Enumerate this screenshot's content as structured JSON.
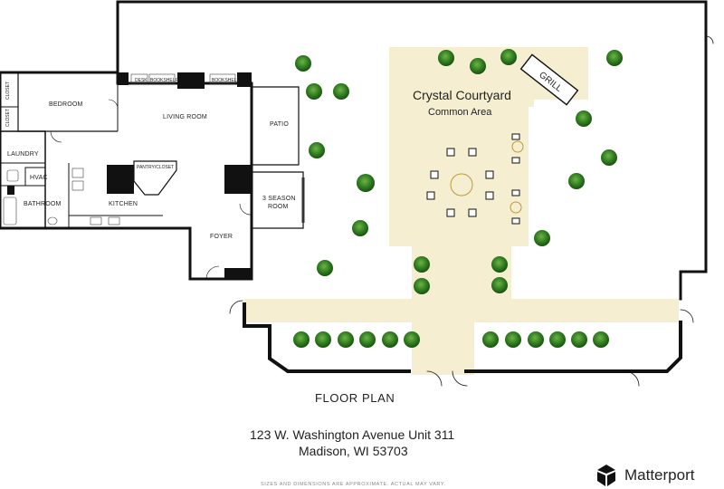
{
  "title": "FLOOR PLAN",
  "address": {
    "line1": "123 W. Washington Avenue Unit 311",
    "line2": "Madison, WI 53703"
  },
  "disclaimer": "SIZES AND DIMENSIONS ARE APPROXIMATE. ACTUAL MAY VARY.",
  "brand": {
    "name": "Matterport",
    "icon": "matterport-logo-icon"
  },
  "rooms": {
    "bedroom": "BEDROOM",
    "closet_1": "CLOSET",
    "closet_2": "CLOSET",
    "laundry": "LAUNDRY",
    "hvac": "HVAC",
    "bathroom": "BATHROOM",
    "living_room": "LIVING ROOM",
    "kitchen": "KITCHEN",
    "pantry": "PANTRY/CLOSET",
    "foyer": "FOYER",
    "patio": "PATIO",
    "season_room_1": "3 SEASON",
    "season_room_2": "ROOM",
    "desk": "DESK",
    "bookshelf_1": "BOOKSHELF",
    "bookshelf_2": "BOOKSHELF"
  },
  "courtyard": {
    "title": "Crystal Courtyard",
    "subtitle": "Common Area",
    "grill": "GRILL"
  },
  "colors": {
    "courtyard_fill": "#f5eed0",
    "tree": "#2f7d1f",
    "wall": "#111111"
  }
}
